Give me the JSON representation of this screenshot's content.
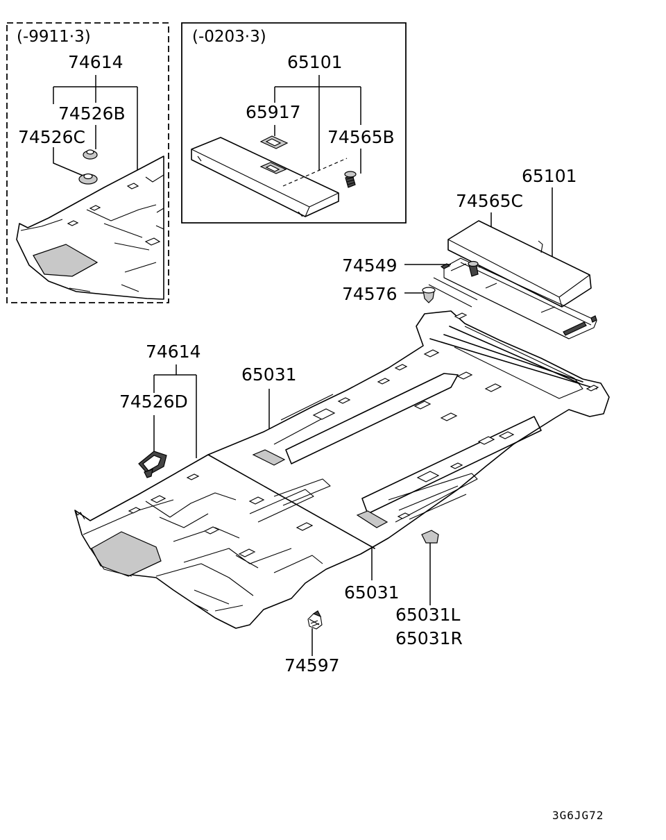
{
  "inset_left": {
    "date_range": "(-9911·3)",
    "labels": {
      "assy": "74614",
      "part_b": "74526B",
      "part_c": "74526C"
    }
  },
  "inset_right": {
    "date_range": "(-0203·3)",
    "labels": {
      "assy": "65101",
      "cover": "65917",
      "screw": "74565B"
    }
  },
  "main": {
    "labels": {
      "trim_top": "65101",
      "screw_c": "74565C",
      "bracket": "74549",
      "clip": "74576",
      "assy": "74614",
      "part_d": "74526D",
      "pad_top": "65031",
      "pad_bottom": "65031",
      "pad_l": "65031L",
      "pad_r": "65031R",
      "fastener": "74597"
    }
  },
  "diagram_code": "3G6JG72",
  "icons": {
    "carpet": "floor-carpet-icon",
    "tray": "luggage-tray-icon",
    "clip": "clip-icon",
    "screw": "screw-icon"
  }
}
